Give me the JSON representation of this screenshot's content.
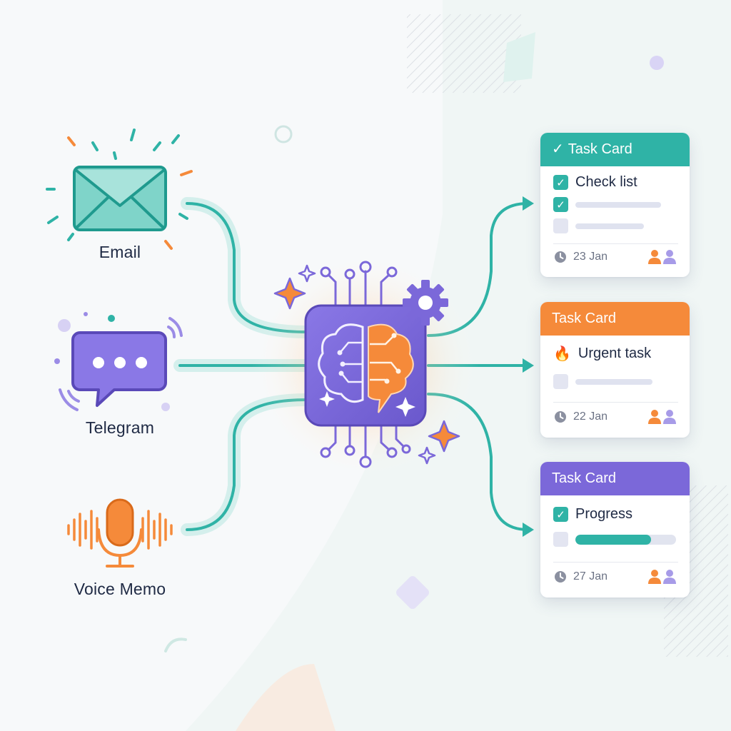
{
  "sources": [
    {
      "label": "Email",
      "icon": "envelope-icon",
      "color": "#2fb3a6"
    },
    {
      "label": "Telegram",
      "icon": "chat-bubble-icon",
      "color": "#7b68d9"
    },
    {
      "label": "Voice Memo",
      "icon": "microphone-icon",
      "color": "#f58a3a"
    }
  ],
  "processor": {
    "icon": "ai-brain-chip-icon",
    "accent": "#7b68d9",
    "glow": "#f58a3a"
  },
  "cards": [
    {
      "title": "Task Card",
      "header_color": "#2fb3a6",
      "header_icon": "check-icon",
      "items": [
        {
          "checked": true,
          "text": "Check list"
        },
        {
          "checked": true,
          "text": ""
        },
        {
          "checked": false,
          "text": ""
        }
      ],
      "date": "23 Jan"
    },
    {
      "title": "Task Card",
      "header_color": "#f58a3a",
      "items": [
        {
          "icon": "flame-icon",
          "text": "Urgent task"
        },
        {
          "checked": false,
          "text": ""
        }
      ],
      "date": "22 Jan"
    },
    {
      "title": "Task Card",
      "header_color": "#7b68d9",
      "items": [
        {
          "checked": true,
          "text": "Progress"
        },
        {
          "checked": false,
          "progress": 0.75
        }
      ],
      "date": "27 Jan"
    }
  ]
}
